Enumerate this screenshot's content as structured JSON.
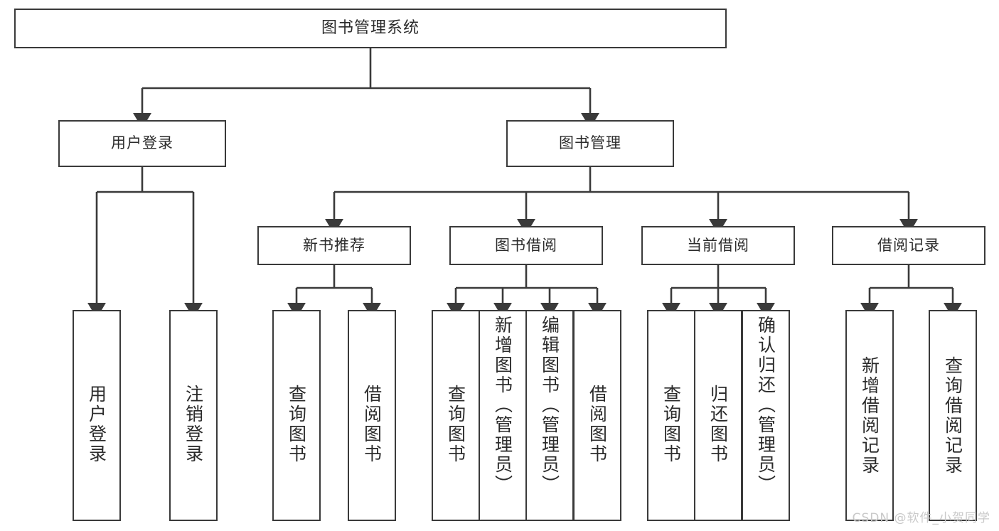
{
  "diagram": {
    "title": "图书管理系统",
    "type": "hierarchy-tree",
    "root": {
      "label": "图书管理系统"
    },
    "level2": [
      {
        "label": "用户登录"
      },
      {
        "label": "图书管理"
      }
    ],
    "level3": [
      {
        "label": "新书推荐"
      },
      {
        "label": "图书借阅"
      },
      {
        "label": "当前借阅"
      },
      {
        "label": "借阅记录"
      }
    ],
    "leaves_user_login": [
      {
        "label": "用户登录"
      },
      {
        "label": "注销登录"
      }
    ],
    "leaves_new_book": [
      {
        "label": "查询图书"
      },
      {
        "label": "借阅图书"
      }
    ],
    "leaves_borrow": [
      {
        "label": "查询图书"
      },
      {
        "label": "新增图书（管理员）"
      },
      {
        "label": "编辑图书（管理员）"
      },
      {
        "label": "借阅图书"
      }
    ],
    "leaves_current": [
      {
        "label": "查询图书"
      },
      {
        "label": "归还图书"
      },
      {
        "label": "确认归还（管理员）"
      }
    ],
    "leaves_record": [
      {
        "label": "新增借阅记录"
      },
      {
        "label": "查询借阅记录"
      }
    ],
    "colors": {
      "stroke": "#3a3a3a",
      "text": "#2b2b2b",
      "background": "#ffffff",
      "watermark": "#c9c9c9"
    }
  },
  "watermark": {
    "text": "CSDN @软件_小贺同学"
  }
}
